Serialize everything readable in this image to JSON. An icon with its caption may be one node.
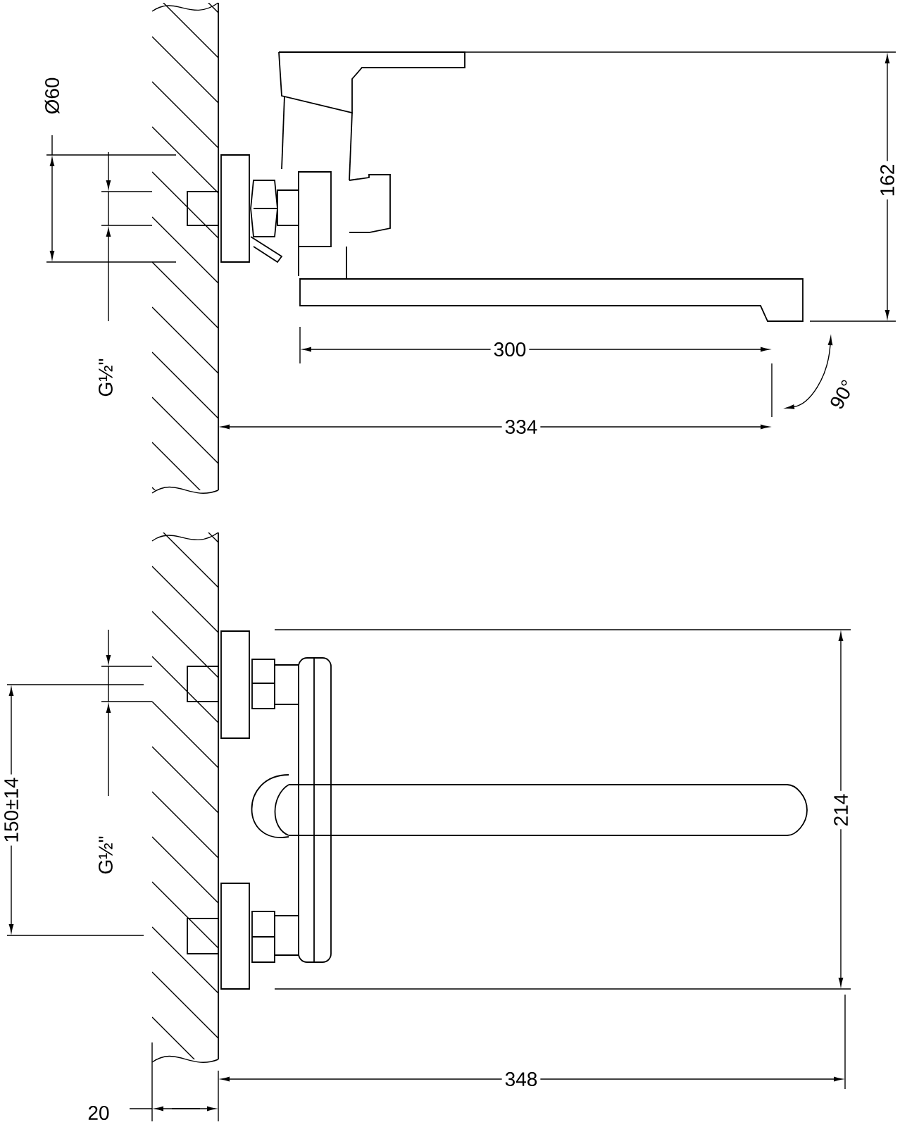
{
  "diagram": {
    "labels": [
      "Ø60",
      "G½\"",
      "162",
      "300",
      "90°",
      "334",
      "150±14",
      "G½\"",
      "214",
      "348",
      "20"
    ]
  }
}
